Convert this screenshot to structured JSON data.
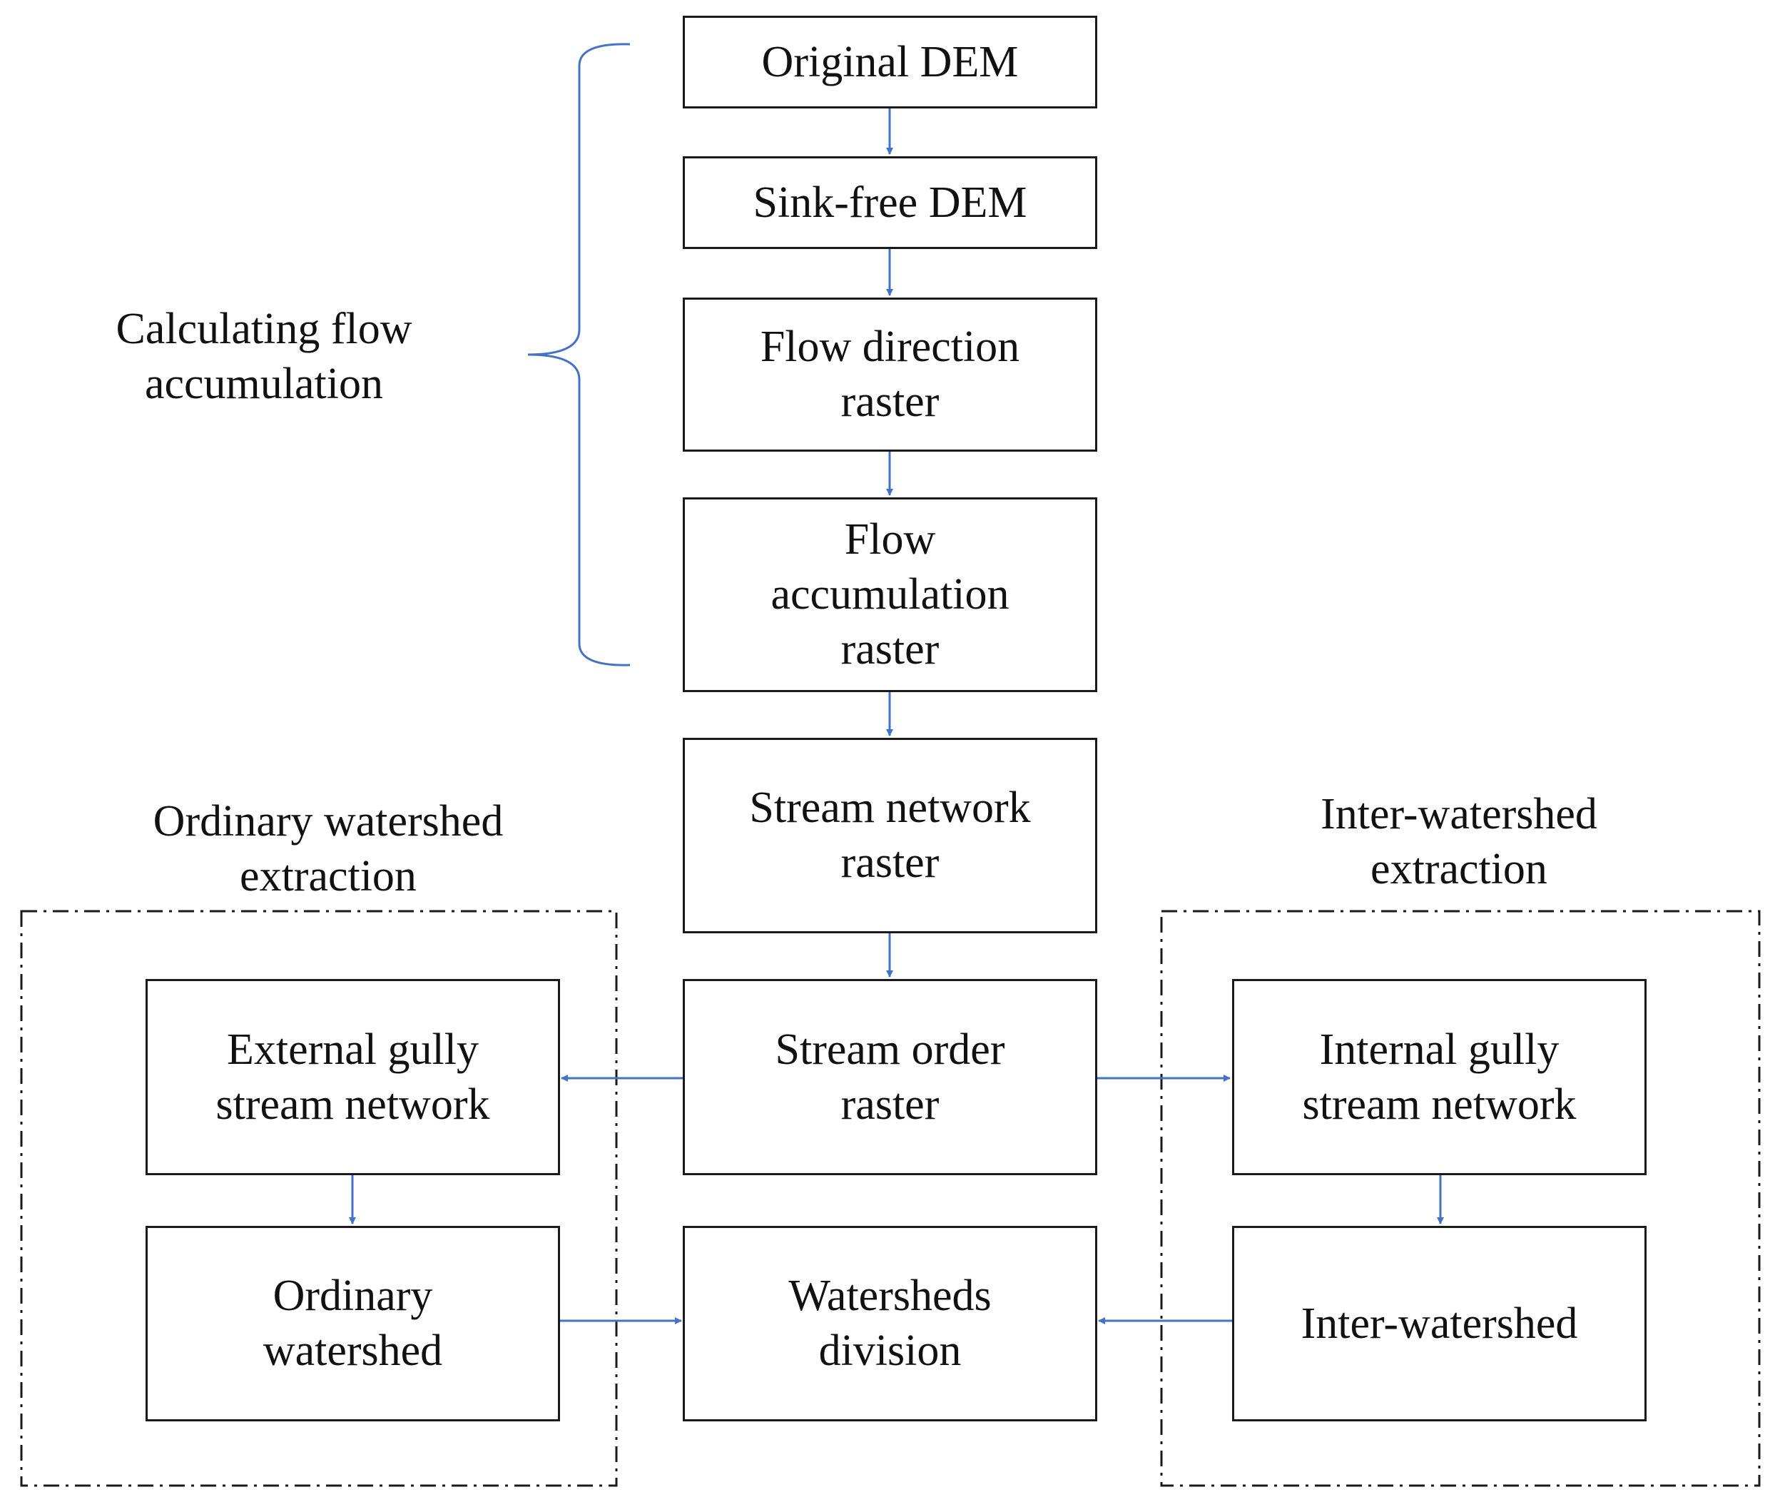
{
  "diagram": {
    "boxes": {
      "original_dem": "Original DEM",
      "sink_free_dem": "Sink-free DEM",
      "flow_direction": "Flow direction\nraster",
      "flow_accumulation": "Flow\naccumulation\nraster",
      "stream_network": "Stream network\nraster",
      "stream_order": "Stream order\nraster",
      "external_gully": "External gully\nstream network",
      "ordinary_watershed": "Ordinary\nwatershed",
      "watersheds_division": "Watersheds\ndivision",
      "internal_gully": "Internal gully\nstream network",
      "inter_watershed": "Inter-watershed"
    },
    "group_labels": {
      "calculating_flow": "Calculating flow\naccumulation",
      "ordinary_extraction": "Ordinary watershed\nextraction",
      "inter_extraction": "Inter-watershed\nextraction"
    },
    "colors": {
      "arrow": "#4472c4",
      "bracket": "#4472c4",
      "box_border": "#1a1a1a",
      "group_border": "#1a1a1a"
    }
  }
}
